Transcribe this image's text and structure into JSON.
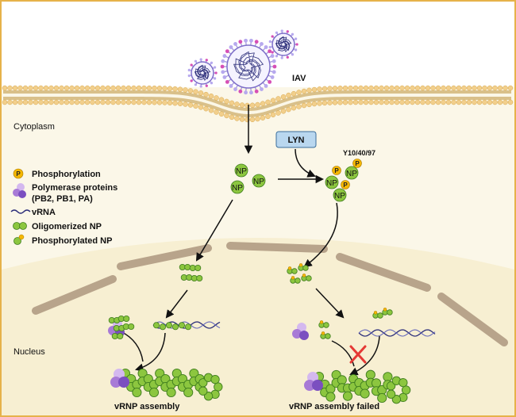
{
  "regions": {
    "cytoplasm": "Cytoplasm",
    "nucleus": "Nucleus"
  },
  "virus": {
    "label": "IAV"
  },
  "kinase": {
    "label": "LYN",
    "sites": "Y10/40/97"
  },
  "np_label": "NP",
  "phospho_label": "P",
  "legend": {
    "phosphorylation": "Phosphorylation",
    "polymerase_line1": "Polymerase proteins",
    "polymerase_line2": "(PB2, PB1, PA)",
    "vrna": "vRNA",
    "oligomerized": "Oligomerized NP",
    "phosphorylated": "Phosphorylated NP"
  },
  "outcomes": {
    "success": "vRNP assembly",
    "failure": "vRNP assembly failed"
  },
  "colors": {
    "frame": "#e6b24a",
    "background": "#fbf7e8",
    "nucleus": "#f7efd2",
    "membrane": "#f2cf8c",
    "np": "#8cc63f",
    "np_dark": "#3f7d1e",
    "phospho": "#f5b700",
    "polymerase": "#a87ad6",
    "rna": "#2d2f7a",
    "lyn_box": "#b9d7ef",
    "block_x": "#e53935",
    "fiber": "#b8a48b"
  }
}
